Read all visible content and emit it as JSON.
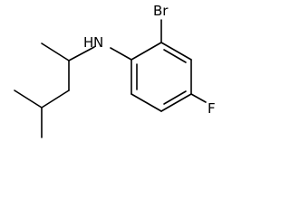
{
  "molecule": {
    "atoms": {
      "bromine": "Br",
      "fluorine": "F",
      "amine": "N",
      "amine_hydrogen": "H"
    }
  }
}
